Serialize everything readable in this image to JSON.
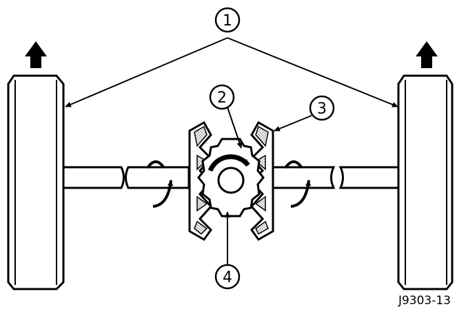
{
  "figure": {
    "callouts": [
      "1",
      "2",
      "3",
      "4"
    ],
    "figure_id": "J9303-13"
  },
  "colors": {
    "ink": "#000000",
    "paper": "#ffffff",
    "stipple": "#9a9a9a"
  },
  "icons": [
    "up-arrow-icon",
    "rotation-arrow-icon"
  ]
}
